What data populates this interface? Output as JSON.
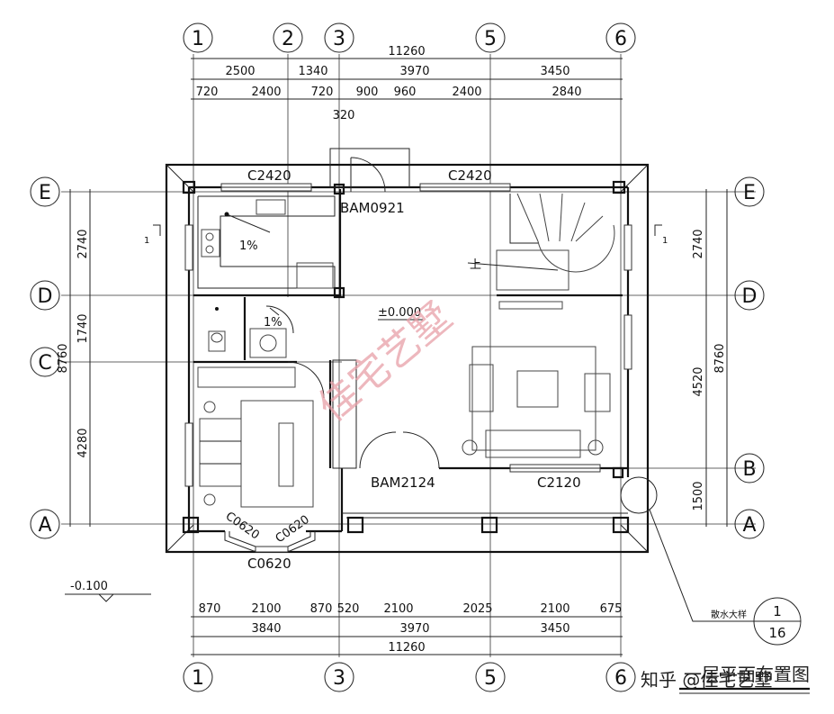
{
  "axes_top": [
    "1",
    "2",
    "3",
    "5",
    "6"
  ],
  "axes_bottom": [
    "1",
    "3",
    "5",
    "6"
  ],
  "axes_left": [
    "E",
    "D",
    "C",
    "A"
  ],
  "axes_right": [
    "E",
    "D",
    "B",
    "A"
  ],
  "dims_top": {
    "total": "11260",
    "row1": [
      "2500",
      "1340",
      "3970",
      "3450"
    ],
    "row2": [
      "720",
      "2400",
      "720",
      "900",
      "960",
      "2400",
      "2840"
    ],
    "extra": "320"
  },
  "dims_bottom": {
    "row1": [
      "870",
      "2100",
      "870",
      "520",
      "2100",
      "2025",
      "2100",
      "675"
    ],
    "row2": [
      "3840",
      "3970",
      "3450"
    ],
    "total": "11260"
  },
  "dims_left": {
    "segments": [
      "2740",
      "1740",
      "4280"
    ],
    "total": "8760"
  },
  "dims_right": {
    "segments": [
      "2740",
      "4520",
      "1500"
    ],
    "total": "8760"
  },
  "labels": {
    "c2420_a": "C2420",
    "c2420_b": "C2420",
    "bam0921": "BAM0921",
    "bam2124": "BAM2124",
    "c2120": "C2120",
    "c0620_l": "C0620",
    "c0620_r": "C0620",
    "c0620_b": "C0620",
    "slope_1": "1%",
    "slope_2": "1%",
    "level": "±0.000",
    "level_out": "-0.100",
    "up": "上",
    "sec_l": "1",
    "sec_r": "1",
    "detail_text": "散水大样",
    "detail_num": "1",
    "detail_sheet": "16",
    "title": "一层平面布置图",
    "watermark": "佳宅艺墅",
    "source": "知乎 @佳宅艺墅"
  }
}
